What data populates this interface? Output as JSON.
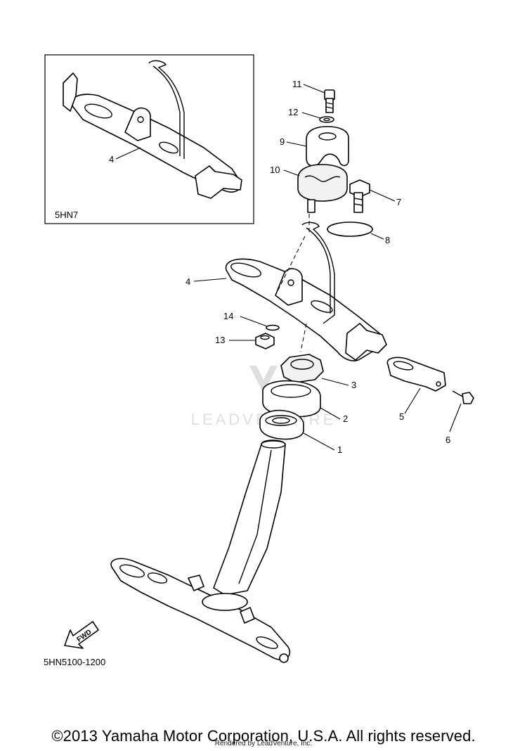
{
  "inset": {
    "label": "5HN7",
    "callout": "4"
  },
  "callouts": [
    {
      "id": "c1",
      "text": "1"
    },
    {
      "id": "c2",
      "text": "2"
    },
    {
      "id": "c3",
      "text": "3"
    },
    {
      "id": "c4",
      "text": "4"
    },
    {
      "id": "c5",
      "text": "5"
    },
    {
      "id": "c6",
      "text": "6"
    },
    {
      "id": "c7",
      "text": "7"
    },
    {
      "id": "c8",
      "text": "8"
    },
    {
      "id": "c9",
      "text": "9"
    },
    {
      "id": "c10",
      "text": "10"
    },
    {
      "id": "c11",
      "text": "11"
    },
    {
      "id": "c12",
      "text": "12"
    },
    {
      "id": "c13",
      "text": "13"
    },
    {
      "id": "c14",
      "text": "14"
    }
  ],
  "fwd_label": "FWD",
  "diagram_code": "5HN5100-1200",
  "watermark": "LEADVENTURE",
  "copyright": "©2013 Yamaha Motor Corporation, U.S.A. All rights reserved.",
  "rendered_by": "Rendered by LeadVenture, Inc."
}
